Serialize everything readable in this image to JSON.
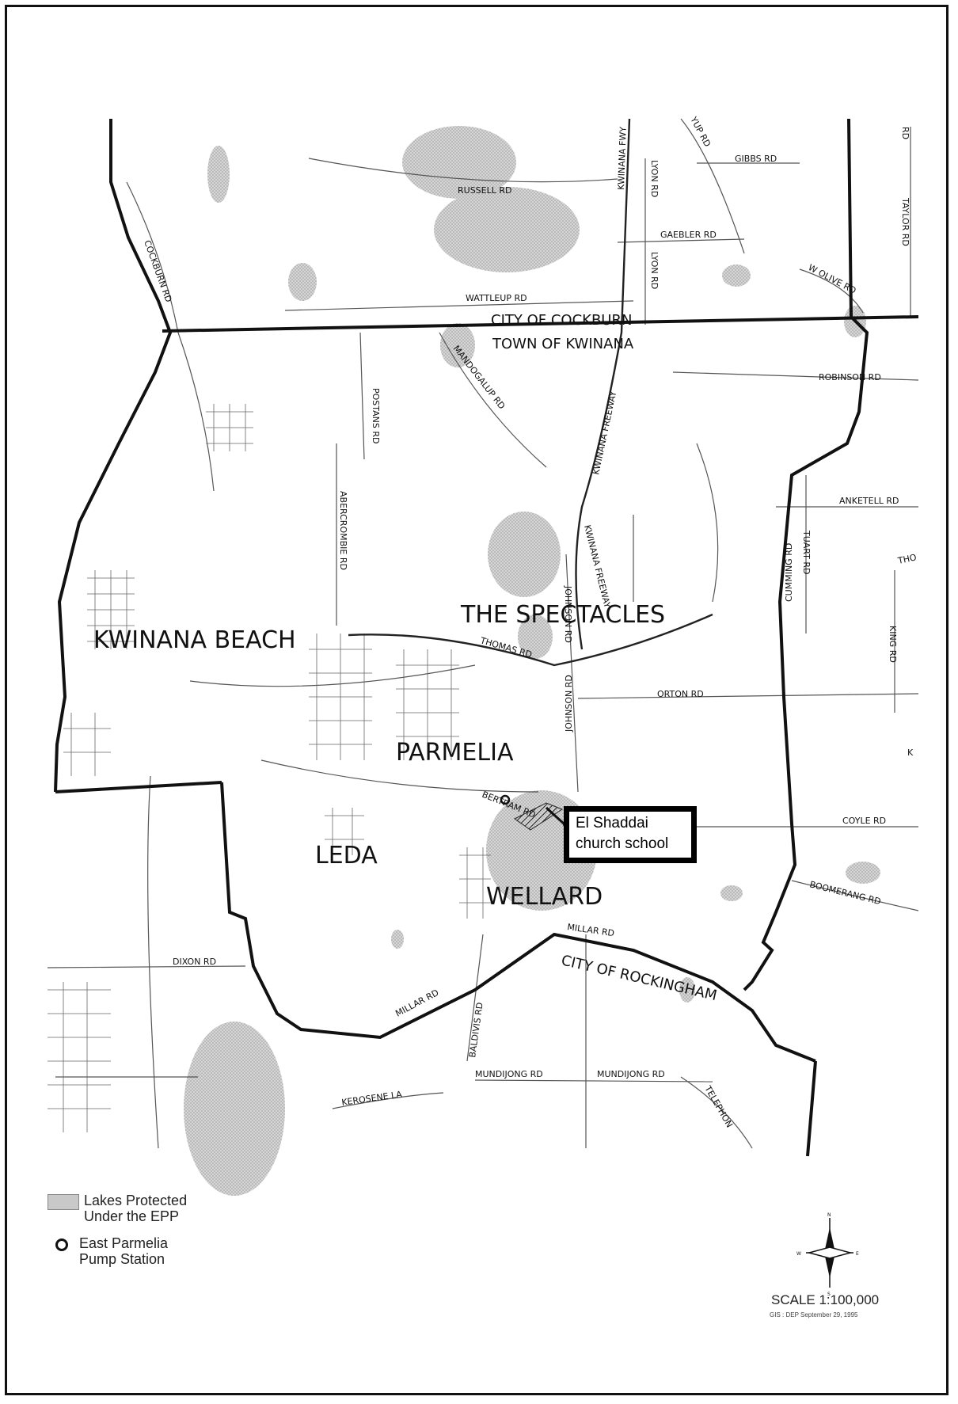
{
  "map": {
    "regions": {
      "kwinana_beach": "KWINANA BEACH",
      "the_spectacles": "THE SPECTACLES",
      "parmelia": "PARMELIA",
      "leda": "LEDA",
      "wellard": "WELLARD"
    },
    "boundaries": {
      "city_of_cockburn": "CITY OF COCKBURN",
      "town_of_kwinana": "TOWN OF KWINANA",
      "city_of_rockingham": "CITY OF ROCKINGHAM"
    },
    "roads": {
      "russell": "RUSSELL RD",
      "gibbs": "GIBBS RD",
      "yup": "YUP RD",
      "gaebler": "GAEBLER RD",
      "lyon_north": "LYON RD",
      "lyon_south": "LYON RD",
      "taylor": "TAYLOR RD",
      "rd_edge": "RD",
      "wattleup": "WATTLEUP RD",
      "w_olive": "W OLIVE RD",
      "cockburn": "COCKBURN RD",
      "kwinana_fwy_north": "KWINANA FWY",
      "mandogalup": "MANDOGALUP RD",
      "postans": "POSTANS RD",
      "kwinana_freeway_mid": "KWINANA FREEWAY",
      "robinson": "ROBINSON RD",
      "anketell": "ANKETELL RD",
      "tuart": "TUART RD",
      "tho": "THO",
      "abercrombie": "ABERCROMBIE RD",
      "kwinana_freeway_south": "KWINANA FREEWAY",
      "johnson_north": "JOHNSON RD",
      "thomas": "THOMAS RD",
      "cumming": "CUMMING RD",
      "king": "KING RD",
      "orton": "ORTON RD",
      "johnson_south": "JOHNSON RD",
      "k": "K",
      "bertram": "BERTRAM RD",
      "coyle": "COYLE RD",
      "boomerang": "BOOMERANG RD",
      "millar_east": "MILLAR RD",
      "dixon": "DIXON RD",
      "millar_west": "MILLAR RD",
      "baldivis": "BALDIVIS RD",
      "mundijong_west": "MUNDIJONG RD",
      "mundijong_east": "MUNDIJONG RD",
      "kerosene": "KEROSENE LA",
      "telephone": "TELEPHON"
    },
    "callout": {
      "line1": "El Shaddai",
      "line2": "church school"
    }
  },
  "legend": {
    "lakes": {
      "line1": "Lakes Protected",
      "line2": "Under the EPP"
    },
    "pump": {
      "line1": "East Parmelia",
      "line2": "Pump Station"
    }
  },
  "compass": {
    "n": "N",
    "s": "S",
    "e": "E",
    "w": "W"
  },
  "scale": "SCALE 1:100,000",
  "credit": "GIS : DEP September 29, 1995",
  "colors": {
    "lake_fill": "#c9c9c9",
    "boundary": "#111111",
    "road": "#555555"
  }
}
